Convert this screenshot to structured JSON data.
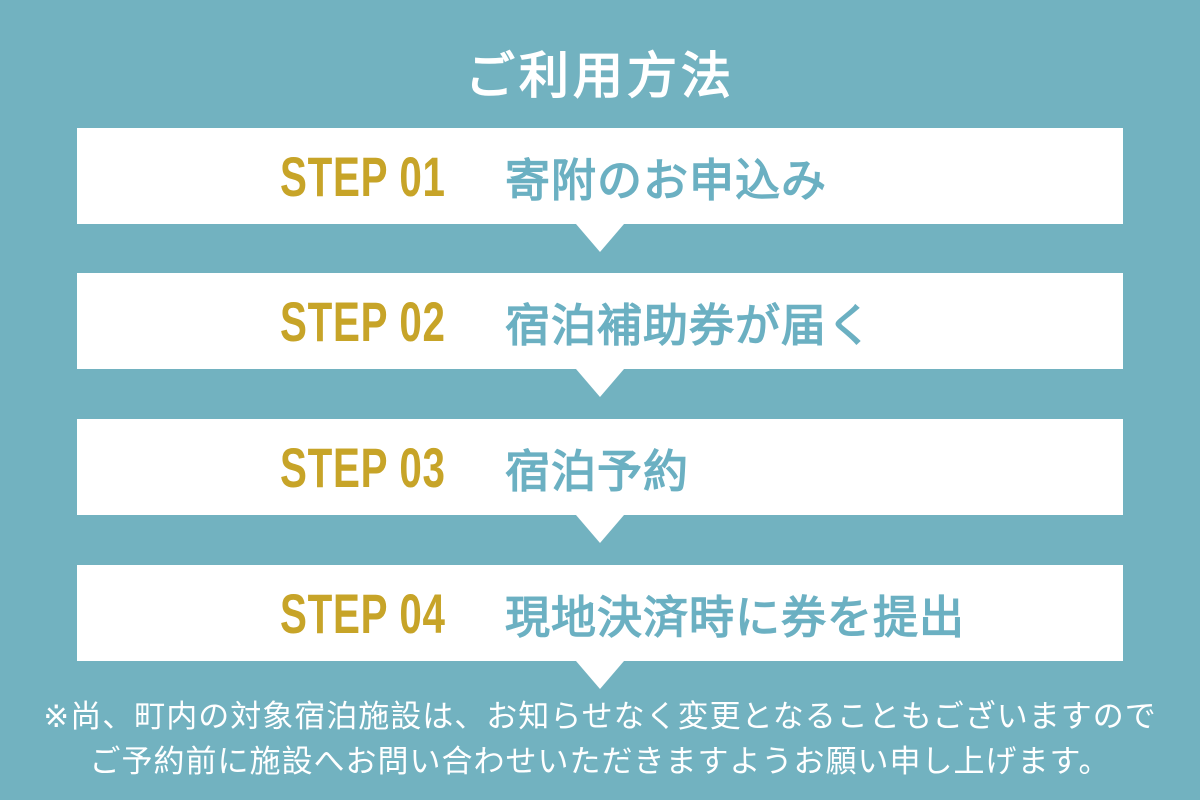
{
  "page": {
    "title": "ご利用方法"
  },
  "steps": [
    {
      "label": "STEP 01",
      "text": "寄附のお申込み"
    },
    {
      "label": "STEP 02",
      "text": "宿泊補助券が届く"
    },
    {
      "label": "STEP 03",
      "text": "宿泊予約"
    },
    {
      "label": "STEP 04",
      "text": "現地決済時に券を提出"
    }
  ],
  "footer": {
    "line1": "※尚、町内の対象宿泊施設は、お知らせなく変更となることもございますので",
    "line2": "ご予約前に施設へお問い合わせいただきますようお願い申し上げます。"
  },
  "colors": {
    "background": "#72B2C0",
    "bar_background": "#FFFFFF",
    "step_label": "#C7A428",
    "step_text": "#6BB0C2",
    "title_text": "#FFFFFF",
    "footer_text": "#FFFFFF"
  }
}
